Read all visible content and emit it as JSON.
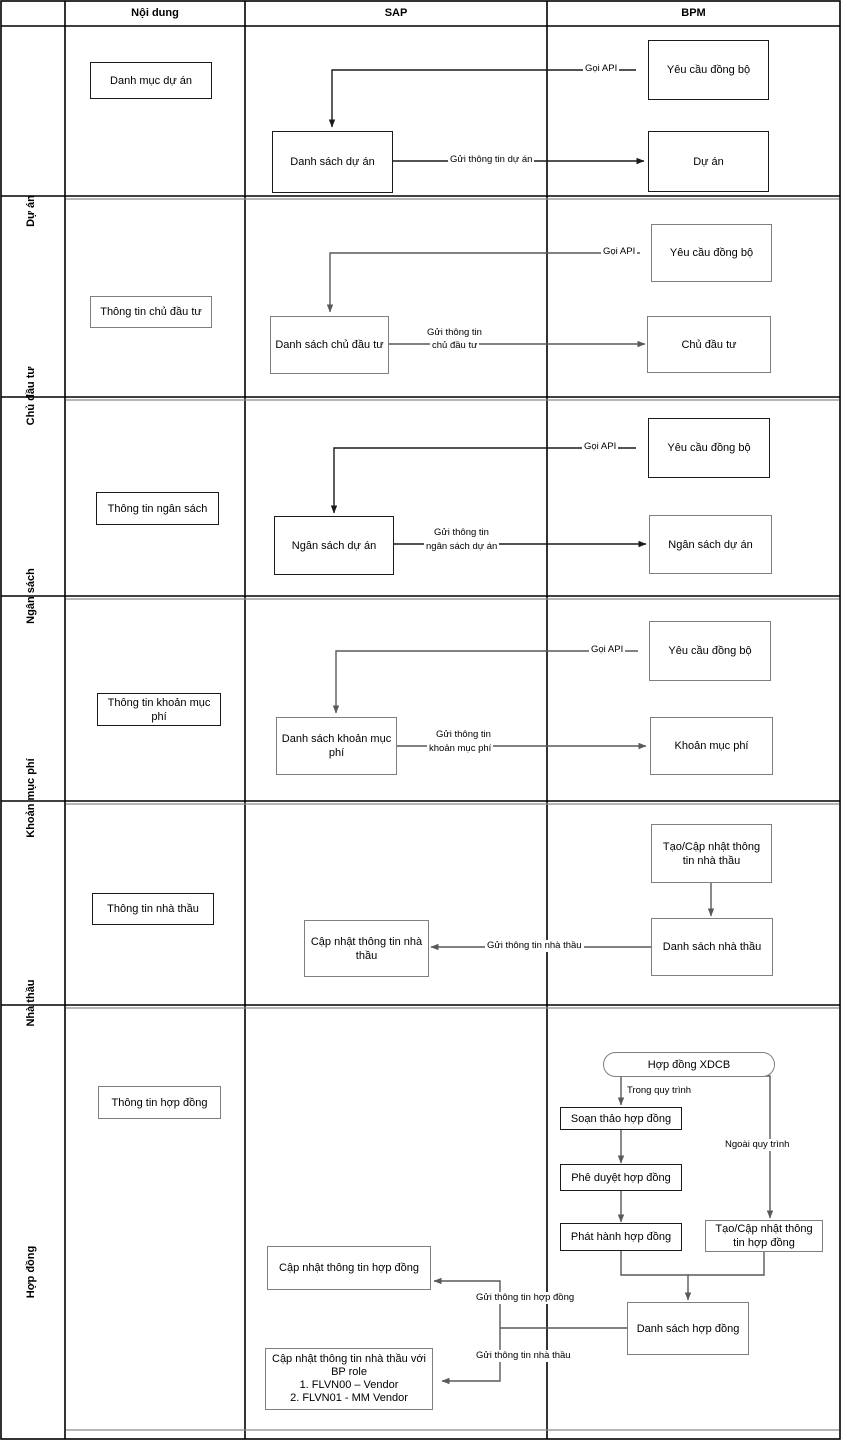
{
  "diagram": {
    "title": "SAP - BPM integration swimlane flowchart",
    "columns": [
      {
        "id": "rowlabel",
        "label": ""
      },
      {
        "id": "noi-dung",
        "label": "Nội dung"
      },
      {
        "id": "sap",
        "label": "SAP"
      },
      {
        "id": "bpm",
        "label": "BPM"
      }
    ],
    "colors": {
      "node_border_gray": "#7f7f7f",
      "node_border_dark": "#1a1a1a",
      "line": "#595959",
      "grid": "#000000",
      "background": "#ffffff",
      "text": "#000000"
    },
    "rows": [
      {
        "id": "du-an",
        "label": "Dự án",
        "nodes": {
          "content": "Danh mục dự án",
          "sap": "Danh sách dự án",
          "bpm_top": "Yêu cầu đồng bộ",
          "bpm_bottom": "Dự án"
        },
        "edges": {
          "api": "Gọi API",
          "send": "Gửi thông tin dự án"
        }
      },
      {
        "id": "chu-dau-tu",
        "label": "Chủ đầu tư",
        "nodes": {
          "content": "Thông tin chủ đầu tư",
          "sap": "Danh sách chủ đầu tư",
          "bpm_top": "Yêu cầu đồng bộ",
          "bpm_bottom": "Chủ đầu tư"
        },
        "edges": {
          "api": "Gọi API",
          "send_line1": "Gửi thông tin",
          "send_line2": "chủ đầu tư"
        }
      },
      {
        "id": "ngan-sach",
        "label": "Ngân sách",
        "nodes": {
          "content": "Thông tin ngân sách",
          "sap": "Ngân sách dự án",
          "bpm_top": "Yêu cầu đồng bộ",
          "bpm_bottom": "Ngân sách dự án"
        },
        "edges": {
          "api": "Gọi API",
          "send_line1": "Gửi thông tin",
          "send_line2": "ngân sách dự án"
        }
      },
      {
        "id": "khoan-muc-phi",
        "label": "Khoản mục phí",
        "nodes": {
          "content": "Thông tin khoản mục phí",
          "sap": "Danh sách khoản mục phí",
          "bpm_top": "Yêu cầu đồng bộ",
          "bpm_bottom": "Khoản mục phí"
        },
        "edges": {
          "api": "Gọi API",
          "send_line1": "Gửi thông tin",
          "send_line2": "khoản mục phí"
        }
      },
      {
        "id": "nha-thau",
        "label": "Nhà thầu",
        "nodes": {
          "content": "Thông tin nhà thầu",
          "sap": "Cập nhật thông tin nhà thầu",
          "bpm_top": "Tạo/Cập nhật thông tin nhà thầu",
          "bpm_bottom": "Danh sách nhà thầu"
        },
        "edges": {
          "send": "Gửi thông tin nhà thầu"
        }
      },
      {
        "id": "hop-dong",
        "label": "Hợp đồng",
        "nodes": {
          "content": "Thông tin hợp đồng",
          "sap_contract": "Cập nhật thông tin hợp đồng",
          "sap_vendor": "Cập nhật thông tin nhà thầu với BP role\n1. FLVN00 – Vendor\n2. FLVN01 - MM Vendor",
          "bpm_start": "Hợp đồng XDCB",
          "bpm_draft": "Soạn thảo hợp đồng",
          "bpm_approve": "Phê duyệt hợp đồng",
          "bpm_issue": "Phát hành hợp đồng",
          "bpm_external": "Tạo/Cập nhật thông tin hợp đồng",
          "bpm_list": "Danh sách hợp đồng"
        },
        "edges": {
          "in_process": "Trong quy trình",
          "out_process": "Ngoài quy trình",
          "send_contract": "Gửi thông tin hợp đồng",
          "send_vendor": "Gửi thông tin nhà thầu"
        }
      }
    ]
  }
}
